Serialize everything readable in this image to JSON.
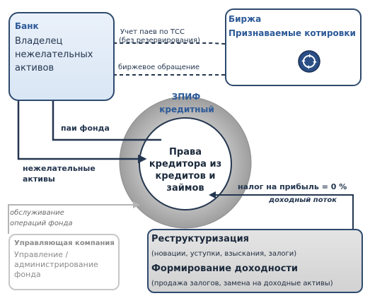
{
  "bank": {
    "title": "Банк",
    "body": "Владелец нежелательных активов"
  },
  "exchange": {
    "title": "Биржа",
    "quotes": "Признаваемые котировки",
    "icon": "cycle-icon"
  },
  "flows": {
    "accounting_line1": "Учет паев по ТСС",
    "accounting_line2": "(без резервирования)",
    "exchange_trading": "биржевое обращение",
    "fund_units": "паи фонда",
    "bad_assets_line1": "нежелательные",
    "bad_assets_line2": "активы"
  },
  "fund": {
    "title": "ЗПИФ",
    "subtitle": "кредитный",
    "rights_line1": "Права",
    "rights_line2": "кредитора из",
    "rights_line3": "кредитов и",
    "rights_line4": "займов"
  },
  "management": {
    "service_line1": "обслуживание",
    "service_line2": "операций фонда",
    "title": "Управляющая компания",
    "body": "Управление / администрирование фонда"
  },
  "restructuring": {
    "title": "Реструктуризация",
    "subtitle": "(новации, уступки, взыскания, залоги)",
    "income_title": "Формирование доходности",
    "income_subtitle": "(продажа залогов, замена на доходные активы)"
  },
  "tax": {
    "profit_tax": "налог на прибыль = 0 %",
    "income_flow": "доходный поток"
  },
  "colors": {
    "dark_navy": "#24364f",
    "accent_blue": "#2d5a98",
    "ring_gray": "#a7a7a7",
    "muted_gray": "#8b8b8b"
  }
}
